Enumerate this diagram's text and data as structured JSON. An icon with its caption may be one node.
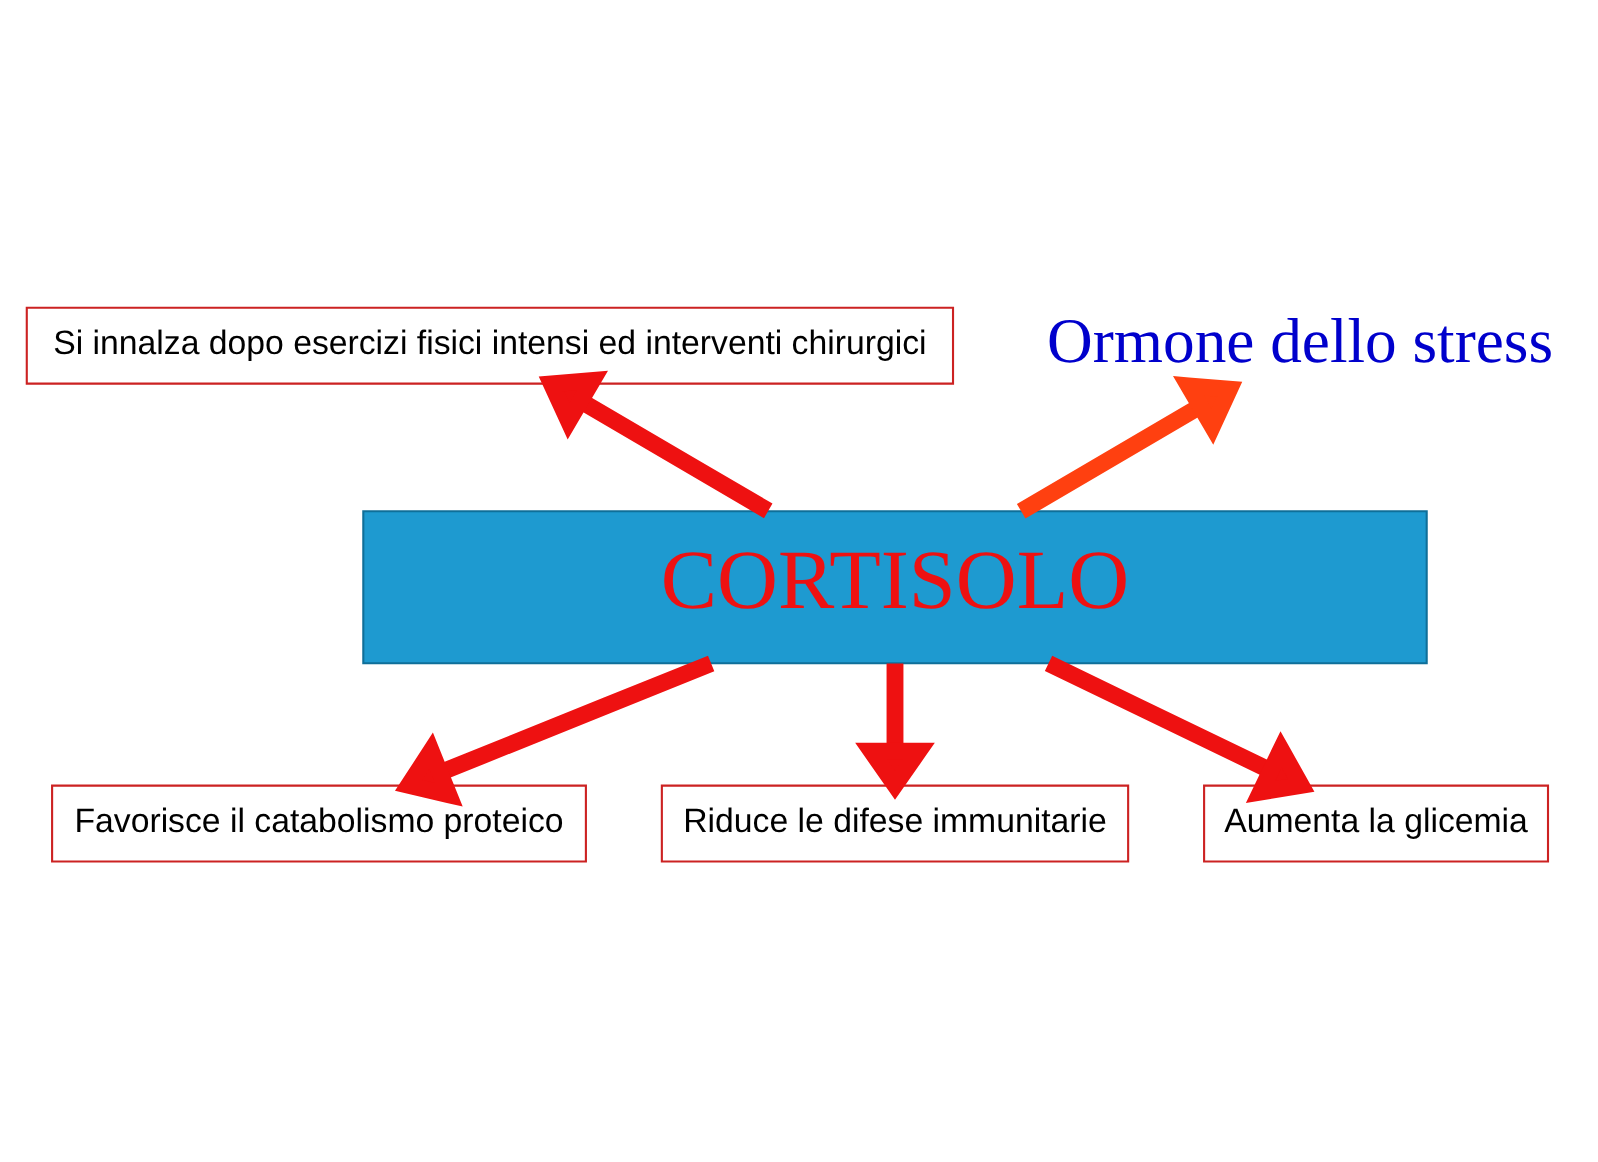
{
  "diagram": {
    "nodes": [
      {
        "text": [
          "CORTISOLO"
        ]
      },
      {
        "text": [
          "Si innalza dopo esercizi fisici intensi ed interventi chirurgici"
        ]
      },
      {
        "text": [
          "Ormone dello stress"
        ]
      },
      {
        "text": [
          "Favorisce il catabolismo proteico"
        ]
      },
      {
        "text": [
          "Riduce le difese immunitarie"
        ]
      },
      {
        "text": [
          "Aumenta la glicemia"
        ]
      }
    ],
    "edges": [
      {
        "from": 0,
        "to": 1,
        "arrow": "to"
      },
      {
        "from": 0,
        "to": 2,
        "arrow": "to",
        "color": "#ff4010"
      },
      {
        "from": 0,
        "to": 3,
        "arrow": "to"
      },
      {
        "from": 0,
        "to": 4,
        "arrow": "to"
      },
      {
        "from": 0,
        "to": 5,
        "arrow": "to"
      }
    ]
  }
}
